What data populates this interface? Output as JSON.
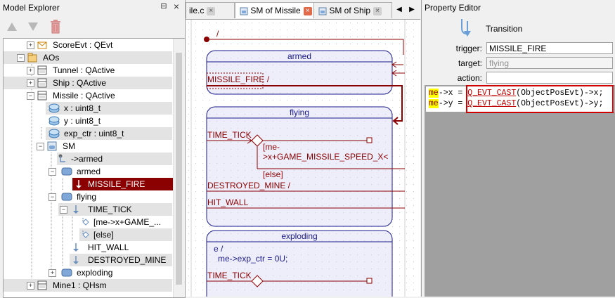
{
  "explorer": {
    "title": "Model Explorer",
    "pin_glyph": "⊟",
    "close_glyph": "×",
    "tree": [
      {
        "label": "ScoreEvt : QEvt"
      },
      {
        "label": "AOs"
      },
      {
        "label": "Tunnel : QActive"
      },
      {
        "label": "Ship : QActive"
      },
      {
        "label": "Missile : QActive"
      },
      {
        "label": "x : uint8_t"
      },
      {
        "label": "y : uint8_t"
      },
      {
        "label": "exp_ctr : uint8_t"
      },
      {
        "label": "SM"
      },
      {
        "label": "->armed"
      },
      {
        "label": "armed"
      },
      {
        "label": "MISSILE_FIRE"
      },
      {
        "label": "flying"
      },
      {
        "label": "TIME_TICK"
      },
      {
        "label": "[me->x+GAME_..."
      },
      {
        "label": "[else]"
      },
      {
        "label": "HIT_WALL"
      },
      {
        "label": "DESTROYED_MINE"
      },
      {
        "label": "exploding"
      },
      {
        "label": "Mine1 : QHsm"
      }
    ]
  },
  "tabs": [
    {
      "label": "ile.c"
    },
    {
      "label": "SM of Missile"
    },
    {
      "label": "SM of Ship"
    }
  ],
  "tab_close": "×",
  "tab_nav": [
    "◀",
    "▶"
  ],
  "diagram": {
    "initial_label": "/",
    "armed_title": "armed",
    "missile_fire": "MISSILE_FIRE /",
    "flying_title": "flying",
    "time_tick": "TIME_TICK",
    "guard_line1": "[me-",
    "guard_line2": ">x+GAME_MISSILE_SPEED_X<",
    "else_guard": "[else]",
    "destroyed_mine": "DESTROYED_MINE /",
    "hit_wall": "HIT_WALL",
    "exploding_title": "exploding",
    "entry_e": "e /",
    "entry_action": "me->exp_ctr = 0U;",
    "time_tick2": "TIME_TICK"
  },
  "property_editor": {
    "title": "Property Editor",
    "kind": "Transition",
    "trigger_label": "trigger:",
    "trigger_value": "MISSILE_FIRE",
    "target_label": "target:",
    "target_value": "flying",
    "action_label": "action:",
    "action_value": "",
    "code": {
      "line1_me": "me",
      "line1_a": "->x = ",
      "line1_macro": "Q_EVT_CAST",
      "line1_b": "(ObjectPosEvt)->x;",
      "line2_me": "me",
      "line2_a": "->y = ",
      "line2_macro": "Q_EVT_CAST",
      "line2_b": "(ObjectPosEvt)->y;"
    }
  },
  "colors": {
    "state_border": "#1a1a8c",
    "state_fill": "#eeeefa",
    "transition": "#8b0000",
    "selection": "#8b0000"
  }
}
